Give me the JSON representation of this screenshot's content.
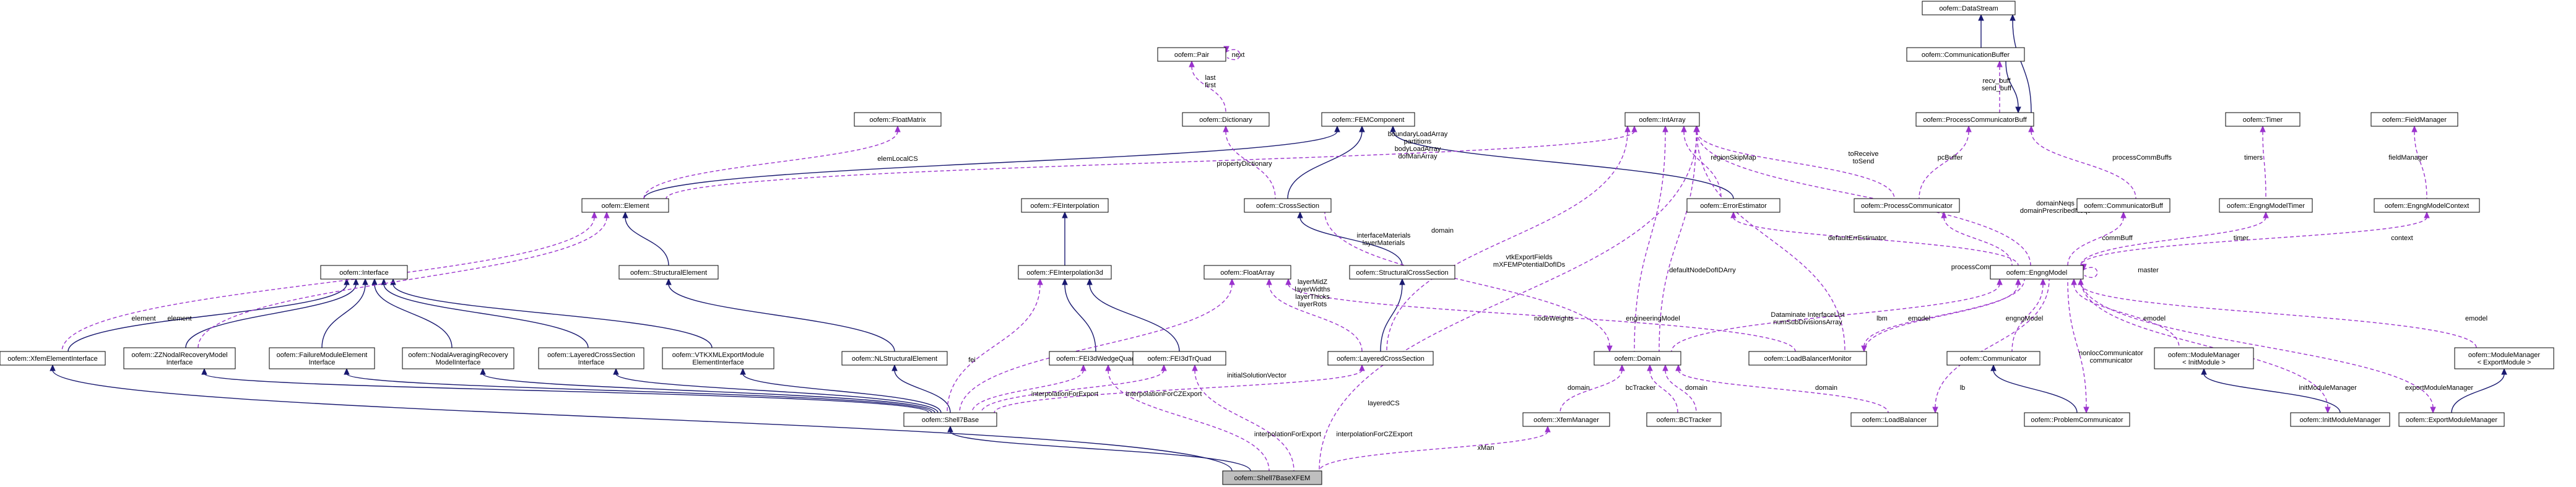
{
  "colors": {
    "inheritance": "#191970",
    "usage": "#9a32cd",
    "highlight_fill": "#bfbfbf",
    "node_border": "#000000"
  },
  "nodes": {
    "shell7basexfem": "oofem::Shell7BaseXFEM",
    "shell7base": "oofem::Shell7Base",
    "xfemelementinterface": "oofem::XfemElementInterface",
    "zznodalrecoverymodelinterface": [
      "oofem::ZZNodalRecoveryModel",
      "Interface"
    ],
    "failuremoduleelementinterface": [
      "oofem::FailureModuleElement",
      "Interface"
    ],
    "nodalaveragingrecoverymodelinterface": [
      "oofem::NodalAveragingRecovery",
      "ModelInterface"
    ],
    "layeredcrosssectioninterface": [
      "oofem::LayeredCrossSection",
      "Interface"
    ],
    "vtkxmlexportmoduleelementinterface": [
      "oofem::VTKXMLExportModule",
      "ElementInterface"
    ],
    "nlstructuralelement": "oofem::NLStructuralElement",
    "interface": "oofem::Interface",
    "structuralelement": "oofem::StructuralElement",
    "element": "oofem::Element",
    "floatmatrix": "oofem::FloatMatrix",
    "feinterpolation": "oofem::FEInterpolation",
    "feinterpolation3d": "oofem::FEInterpolation3d",
    "fei3dwedgequad": "oofem::FEI3dWedgeQuad",
    "fei3dtrquad": "oofem::FEI3dTrQuad",
    "floatarray": "oofem::FloatArray",
    "layeredcrosssection": "oofem::LayeredCrossSection",
    "structuralcrosssection": "oofem::StructuralCrossSection",
    "crosssection": "oofem::CrossSection",
    "femcomponent": "oofem::FEMComponent",
    "dictionary": "oofem::Dictionary",
    "pair": "oofem::Pair",
    "intarray": "oofem::IntArray",
    "errorestimator": "oofem::ErrorEstimator",
    "domain": "oofem::Domain",
    "xfemmanager": "oofem::XfemManager",
    "bctracker": "oofem::BCTracker",
    "loadbalancer": "oofem::LoadBalancer",
    "loadbalancermonitor": "oofem::LoadBalancerMonitor",
    "engngmodel": "oofem::EngngModel",
    "communicator": "oofem::Communicator",
    "problemcommunicator": "oofem::ProblemCommunicator",
    "processcommunicator": "oofem::ProcessCommunicator",
    "processcommunicatorbuff": "oofem::ProcessCommunicatorBuff",
    "communicationbuffer": "oofem::CommunicationBuffer",
    "datastream": "oofem::DataStream",
    "communicatorbuff": "oofem::CommunicatorBuff",
    "timer": "oofem::Timer",
    "engngmodeltimer": "oofem::EngngModelTimer",
    "fieldmanager": "oofem::FieldManager",
    "engngmodelcontext": "oofem::EngngModelContext",
    "modulemanager_initmodule": [
      "oofem::ModuleManager",
      "< InitModule >"
    ],
    "initmodulemanager": "oofem::InitModuleManager",
    "modulemanager_exportmodule": [
      "oofem::ModuleManager",
      "< ExportModule >"
    ],
    "exportmodulemanager": "oofem::ExportModuleManager"
  },
  "edge_labels": {
    "next": "next",
    "last_first": [
      "last",
      "first"
    ],
    "elemLocalCS": "elemLocalCS",
    "propertyDictionary": "propertyDictionary",
    "boundaryLoadArray": [
      "boundaryLoadArray",
      "partitions",
      "bodyLoadArray",
      "dofManArray"
    ],
    "regionSkipMap": "regionSkipMap",
    "toReceive_toSend": [
      "toReceive",
      "toSend"
    ],
    "pcBuffer": "pcBuffer",
    "recv_send_buff": [
      "recv_buff",
      "send_buff"
    ],
    "processCommBuffs": "processCommBuffs",
    "timers": "timers",
    "fieldManager": "fieldManager",
    "domainNeqs": [
      "domainNeqs",
      "domainPrescribedNeqs"
    ],
    "commBuff": "commBuff",
    "timer": "timer",
    "context": "context",
    "defaultErrEstimator": "defaultErrEstimator",
    "master": "master",
    "element_1": "element",
    "element_2": "element",
    "fei": "fei",
    "initialSolutionVector": "initialSolutionVector",
    "interpolationForExport_1": "interpolationForExport",
    "interpolationForCZExport_1": "interpolationForCZExport",
    "layeredCS": "layeredCS",
    "interpolationForExport_2": "interpolationForExport",
    "interpolationForCZExport_2": "interpolationForCZExport",
    "xMan": "xMan",
    "domain_1": "domain",
    "interfaceMaterials": [
      "interfaceMaterials",
      "layerMaterials"
    ],
    "layerMidZ": [
      "layerMidZ",
      "layerWidths",
      "layerThicks",
      "layerRots"
    ],
    "vtkExportFields": [
      "vtkExportFields",
      "mXFEMPotentialDofIDs"
    ],
    "defaultNodeDofIDArry": "defaultNodeDofIDArry",
    "nodeWeights": "nodeWeights",
    "engineeringModel": "engineeringModel",
    "processComms": "processComms",
    "dataminate": [
      "Dataminate InterfaceList",
      "numSubDivisionsArray"
    ],
    "lbm": "lbm",
    "emodel_1": "emodel",
    "engngModel": "engngModel",
    "lb": "lb",
    "nonlocCommunicator": [
      "nonlocCommunicator",
      "communicator"
    ],
    "emodel_2": "emodel",
    "initModuleManager": "initModuleManager",
    "exportModuleManager": "exportModuleManager",
    "emodel_3": "emodel",
    "domain_xm": "domain",
    "bcTracker": "bcTracker",
    "domain_bc": "domain",
    "domain_lb": "domain"
  }
}
